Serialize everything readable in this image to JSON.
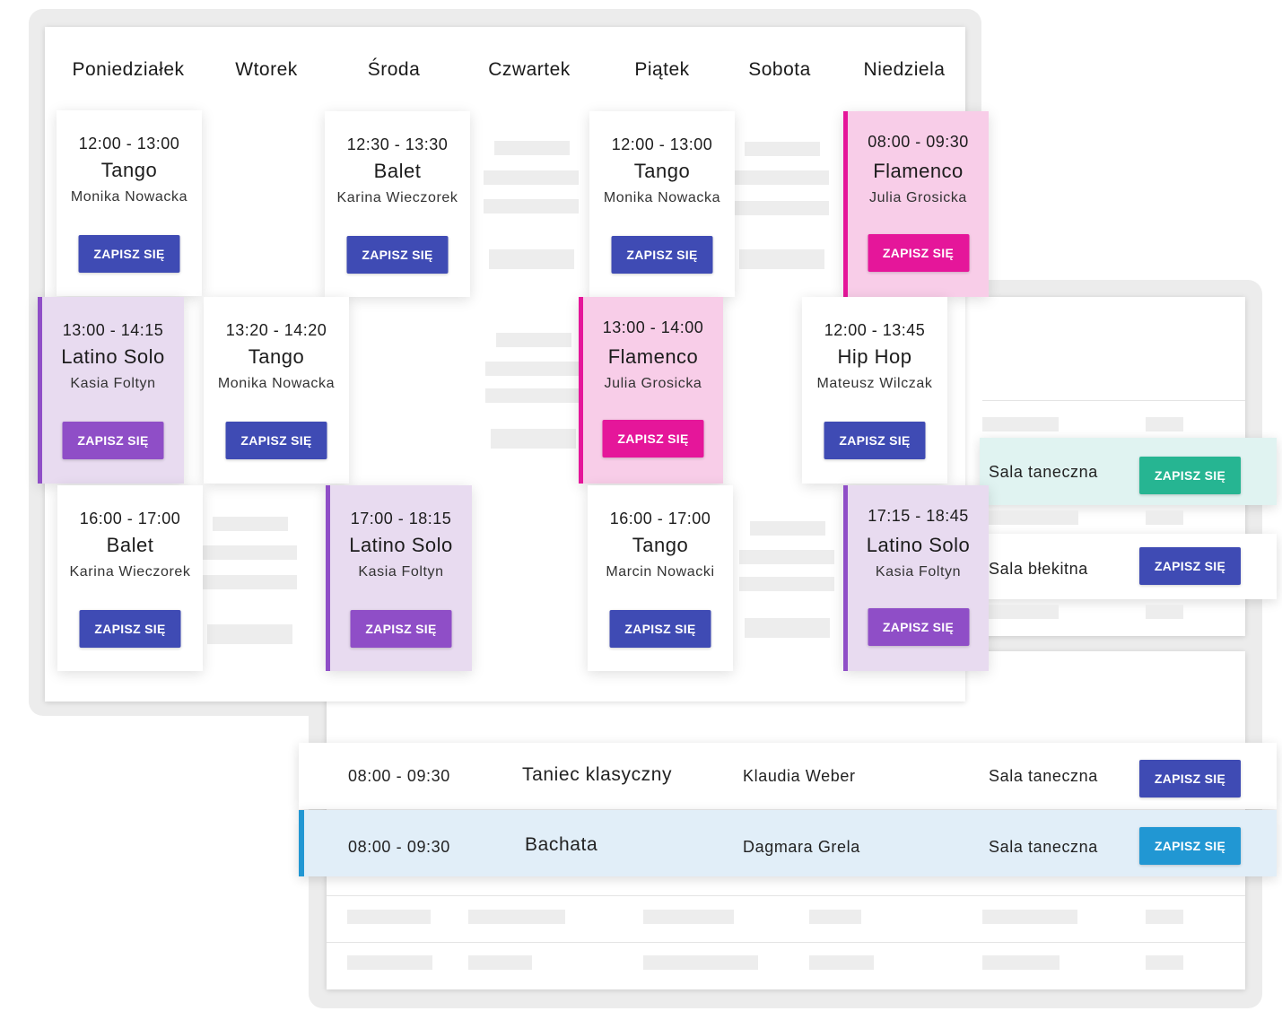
{
  "days": [
    "Poniedziałek",
    "Wtorek",
    "Środa",
    "Czwartek",
    "Piątek",
    "Sobota",
    "Niedziela"
  ],
  "classes": [
    {
      "time": "12:00 - 13:00",
      "name": "Tango",
      "teacher": "Monika Nowacka",
      "button": "ZAPISZ SIĘ"
    },
    {
      "time": "12:30 - 13:30",
      "name": "Balet",
      "teacher": "Karina Wieczorek",
      "button": "ZAPISZ SIĘ"
    },
    {
      "time": "12:00 - 13:00",
      "name": "Tango",
      "teacher": "Monika Nowacka",
      "button": "ZAPISZ SIĘ"
    },
    {
      "time": "08:00 - 09:30",
      "name": "Flamenco",
      "teacher": "Julia Grosicka",
      "button": "ZAPISZ SIĘ"
    },
    {
      "time": "13:00 - 14:15",
      "name": "Latino Solo",
      "teacher": "Kasia Foltyn",
      "button": "ZAPISZ SIĘ"
    },
    {
      "time": "13:20 - 14:20",
      "name": "Tango",
      "teacher": "Monika Nowacka",
      "button": "ZAPISZ SIĘ"
    },
    {
      "time": "13:00 - 14:00",
      "name": "Flamenco",
      "teacher": "Julia Grosicka",
      "button": "ZAPISZ SIĘ"
    },
    {
      "time": "12:00 - 13:45",
      "name": "Hip Hop",
      "teacher": "Mateusz Wilczak",
      "button": "ZAPISZ SIĘ"
    },
    {
      "time": "16:00 - 17:00",
      "name": "Balet",
      "teacher": "Karina Wieczorek",
      "button": "ZAPISZ SIĘ"
    },
    {
      "time": "17:00 - 18:15",
      "name": "Latino Solo",
      "teacher": "Kasia Foltyn",
      "button": "ZAPISZ SIĘ"
    },
    {
      "time": "16:00 - 17:00",
      "name": "Tango",
      "teacher": "Marcin Nowacki",
      "button": "ZAPISZ SIĘ"
    },
    {
      "time": "17:15 - 18:45",
      "name": "Latino Solo",
      "teacher": "Kasia Foltyn",
      "button": "ZAPISZ SIĘ"
    }
  ],
  "rooms_panel": [
    {
      "room": "Sala taneczna",
      "button": "ZAPISZ SIĘ"
    },
    {
      "room": "Sala błekitna",
      "button": "ZAPISZ SIĘ"
    }
  ],
  "list_rows": [
    {
      "time": "08:00 - 09:30",
      "name": "Taniec klasyczny",
      "teacher": "Klaudia Weber",
      "room": "Sala taneczna",
      "button": "ZAPISZ SIĘ"
    },
    {
      "time": "08:00 - 09:30",
      "name": "Bachata",
      "teacher": "Dagmara Grela",
      "room": "Sala taneczna",
      "button": "ZAPISZ SIĘ"
    }
  ],
  "colors": {
    "button_blue": "#3f4bb4",
    "flamenco_pink": "#e5169a",
    "latino_purple": "#8f4ec7",
    "teal": "#26b592",
    "sky": "#2197d3",
    "flamenco_bg": "#f8cde8",
    "latino_bg": "#e8dbf0",
    "teal_row_bg": "#e0f3f1",
    "sky_row_bg": "#e1eef8"
  }
}
